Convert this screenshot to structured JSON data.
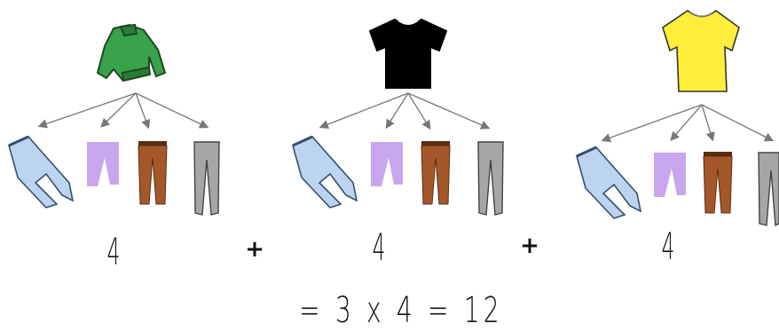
{
  "groups": [
    {
      "top": {
        "name": "green sweater",
        "color": "#3aa24a",
        "icon": "sweater-icon"
      },
      "count": "4"
    },
    {
      "top": {
        "name": "black t-shirt",
        "color": "#000000",
        "icon": "tshirt-icon"
      },
      "count": "4"
    },
    {
      "top": {
        "name": "yellow t-shirt",
        "color": "#ffee3a",
        "icon": "tshirt-icon"
      },
      "count": "4"
    }
  ],
  "pants": [
    {
      "name": "jeans",
      "color": "#bcd4f0",
      "icon": "jeans-icon"
    },
    {
      "name": "purple pants",
      "color": "#c7a6ee",
      "icon": "pants-icon"
    },
    {
      "name": "brown pants",
      "color": "#a4582a",
      "icon": "pants-icon"
    },
    {
      "name": "grey pants",
      "color": "#a6a6a6",
      "icon": "pants-icon"
    }
  ],
  "operators": [
    "+",
    "+"
  ],
  "equation": "= 3 x 4 = 12"
}
